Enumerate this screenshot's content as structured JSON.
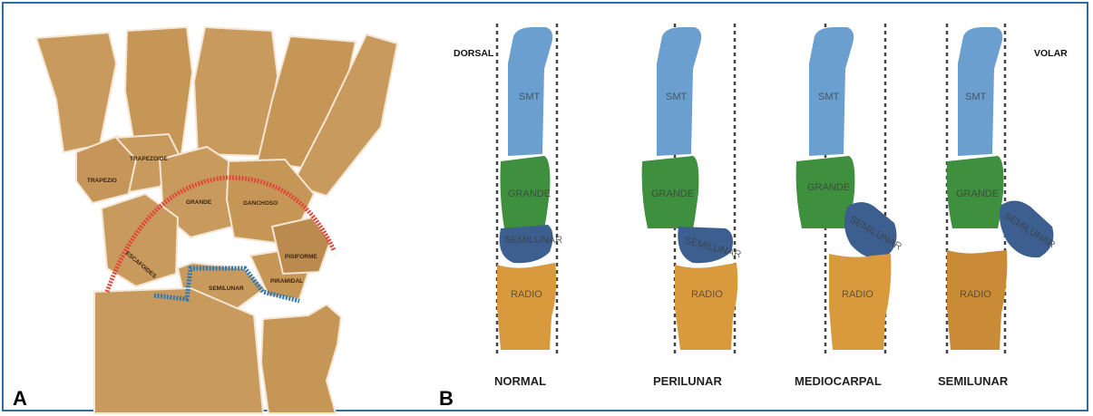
{
  "panels": {
    "a": "A",
    "b": "B"
  },
  "panel_a_labels": {
    "trapezio": "TRAPEZIO",
    "trapezoide": "TRAPEZOIDE",
    "grande": "GRANDE",
    "ganchoso": "GANCHOSO",
    "escafoides": "ESCAFOIDES",
    "semilunar": "SEMILUNAR",
    "piramidal": "PIRAMIDAL",
    "pisiforme": "PISIFORME"
  },
  "panel_b": {
    "dorsal_label": "DORSAL",
    "volar_label": "VOLAR",
    "columns": [
      {
        "caption": "NORMAL",
        "smt": "SMT",
        "grande": "GRANDE",
        "semilunar": "SEMILUNAR",
        "radio": "RADIO"
      },
      {
        "caption": "PERILUNAR",
        "smt": "SMT",
        "grande": "GRANDE",
        "semilunar": "SEMILUNAR",
        "radio": "RADIO"
      },
      {
        "caption": "MEDIOCARPAL",
        "smt": "SMT",
        "grande": "GRANDE",
        "semilunar": "SEMILUNAR",
        "radio": "RADIO"
      },
      {
        "caption": "SEMILUNAR",
        "smt": "SMT",
        "grande": "GRANDE",
        "semilunar": "SEMILUNAR",
        "radio": "RADIO"
      }
    ]
  },
  "colors": {
    "border": "#2f6ea5",
    "bone": "#c99a5e",
    "bone_dark": "#a77a43",
    "metacarpal": "#6a9fcf",
    "capitate": "#3e8f3e",
    "lunate": "#3c5f8f",
    "radius": "#d89a3c",
    "red_arc": "#e0483b",
    "blue_arc": "#2f78b8"
  }
}
